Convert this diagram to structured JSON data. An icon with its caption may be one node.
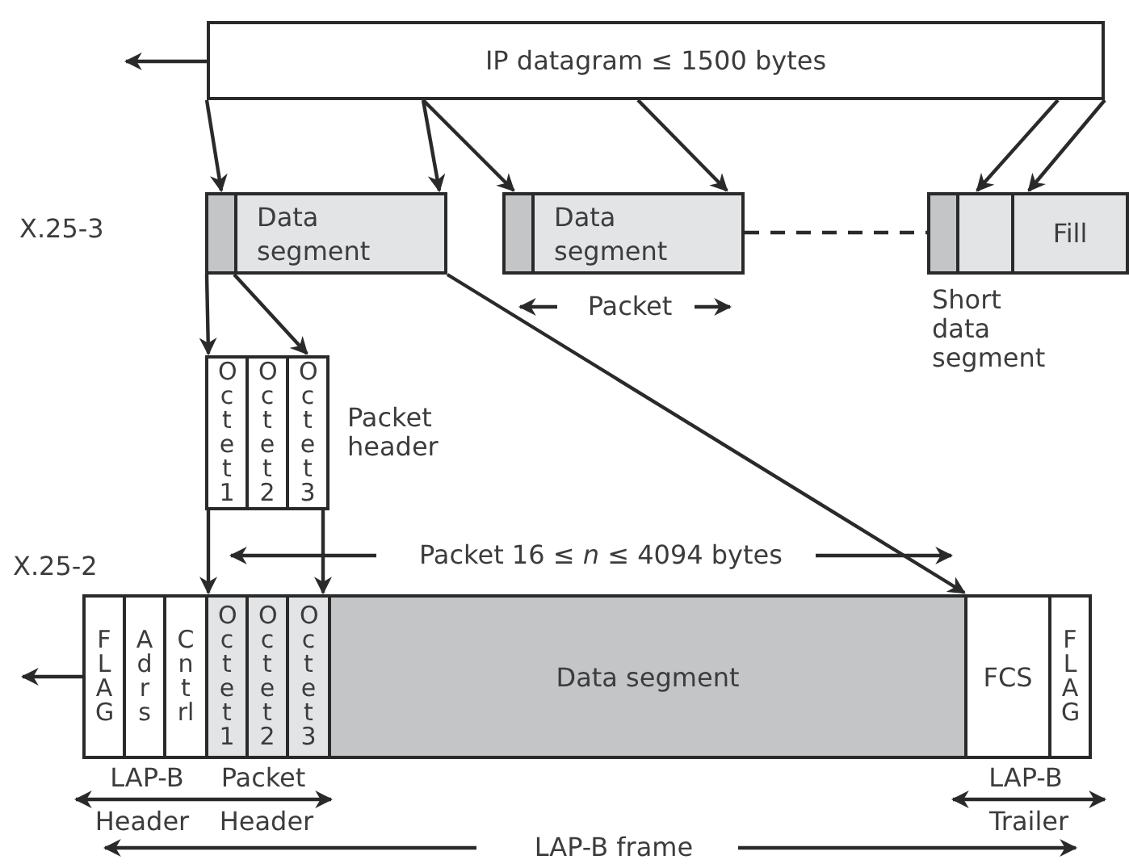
{
  "diagram": {
    "nodes": [
      {
        "text": [
          "IP datagram ≤ 1500 bytes"
        ]
      },
      {
        "text": [],
        "shape": "box"
      },
      {
        "text": [
          "Data segment"
        ]
      },
      {
        "text": [],
        "shape": "box"
      },
      {
        "text": [
          "Data segment"
        ]
      },
      {
        "text": [],
        "shape": "box"
      },
      {
        "text": [],
        "shape": "box"
      },
      {
        "text": [
          "Fill"
        ]
      },
      {
        "text": [
          "Octet 1"
        ]
      },
      {
        "text": [
          "Octet 2"
        ]
      },
      {
        "text": [
          "Octet 3"
        ]
      },
      {
        "text": [
          "FLAG"
        ]
      },
      {
        "text": [
          "Adrs"
        ]
      },
      {
        "text": [
          "Cntrl"
        ]
      },
      {
        "text": [
          "Octet 1"
        ]
      },
      {
        "text": [
          "Octet 2"
        ]
      },
      {
        "text": [
          "Octet 3"
        ]
      },
      {
        "text": [
          "Data segment"
        ]
      },
      {
        "text": [
          "FCS"
        ]
      },
      {
        "text": [
          "FLAG"
        ]
      }
    ],
    "edges": [
      {
        "from": 0,
        "to": null,
        "arrow": "to"
      },
      {
        "from": 0,
        "to": 1,
        "arrow": "to"
      },
      {
        "from": 0,
        "to": 2,
        "arrow": "to"
      },
      {
        "from": 0,
        "to": 3,
        "arrow": "to"
      },
      {
        "from": 0,
        "to": 4,
        "arrow": "to"
      },
      {
        "from": 0,
        "to": 6,
        "arrow": "to"
      },
      {
        "from": 0,
        "to": 7,
        "arrow": "to"
      },
      {
        "from": 4,
        "to": 5,
        "arrow": "none",
        "style": "dashed"
      },
      {
        "from": 1,
        "to": 8,
        "arrow": "to"
      },
      {
        "from": 1,
        "to": 10,
        "arrow": "to"
      },
      {
        "from": 2,
        "to": 17,
        "arrow": "to"
      },
      {
        "from": 8,
        "to": 14,
        "arrow": "to"
      },
      {
        "from": 10,
        "to": 16,
        "arrow": "to"
      },
      {
        "from": 11,
        "to": null,
        "arrow": "to"
      }
    ],
    "labels": [
      "X.25-3",
      "Packet",
      "Short data segment",
      "Packet header",
      "X.25-2",
      "Packet 16 ≤ *n* ≤ 4094 bytes",
      "LAP-B",
      "Packet",
      "LAP-B",
      "Header",
      "Header",
      "Trailer",
      "LAP-B frame"
    ]
  }
}
